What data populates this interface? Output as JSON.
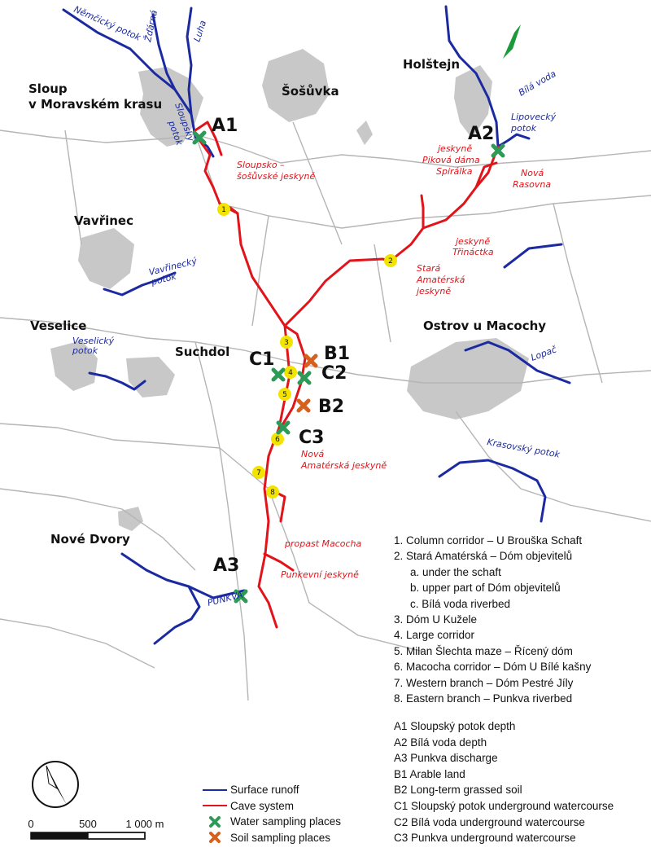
{
  "towns": {
    "sloup_1": "Sloup",
    "sloup_2": "v Moravském krasu",
    "sosuvka": "Šošůvka",
    "holstejn": "Holštejn",
    "vavrinec": "Vavřinec",
    "veselice": "Veselice",
    "suchdol": "Suchdol",
    "ostrov": "Ostrov u Macochy",
    "nove_dvory": "Nové Dvory"
  },
  "streams": {
    "nemcicky": "Němčický potok",
    "zdarna": "Žďárná",
    "luha": "Luha",
    "sloupsky_1": "Sloupský",
    "sloupsky_2": "potok",
    "bila_voda": "Bílá voda",
    "lipovecky_1": "Lipovecký",
    "lipovecky_2": "potok",
    "vavrinecky_1": "Vavřinecký",
    "vavrinecky_2": "potok",
    "veselicky_1": "Veselický",
    "veselicky_2": "potok",
    "lopac": "Lopač",
    "krasovsky": "Krasovský potok",
    "punkva": "PUNKVA"
  },
  "caves": {
    "sloupsko_1": "Sloupsko –",
    "sloupsko_2": "šošůvské jeskyně",
    "pikova_1": "jeskyně",
    "pikova_2": "Piková dáma",
    "pikova_3": "Spirálka",
    "rasovna_1": "Nová",
    "rasovna_2": "Rasovna",
    "trinactka_1": "jeskyně",
    "trinactka_2": "Třináctka",
    "stara_1": "Stará",
    "stara_2": "Amatérská",
    "stara_3": "jeskyně",
    "nova_1": "Nová",
    "nova_2": "Amatérská jeskyně",
    "macocha": "propast Macocha",
    "punkevni": "Punkevní jeskyně"
  },
  "sites": {
    "A1": "A1",
    "A2": "A2",
    "A3": "A3",
    "B1": "B1",
    "B2": "B2",
    "C1": "C1",
    "C2": "C2",
    "C3": "C3"
  },
  "points": [
    "1",
    "2",
    "3",
    "4",
    "5",
    "6",
    "7",
    "8"
  ],
  "locations": [
    "1. Column corridor – U Brouška Schaft",
    "2. Stará Amatérská – Dóm objevitelů",
    "a. under the schaft",
    "b. upper part of Dóm objevitelů",
    "c. Bílá voda riverbed",
    "3. Dóm U Kužele",
    "4. Large corridor",
    "5. Milan Šlechta maze – Řícený dóm",
    "6. Macocha corridor – Dóm U Bílé kašny",
    "7. Western branch – Dóm Pestré Jíly",
    "8. Eastern branch – Punkva riverbed"
  ],
  "site_descriptions": [
    "A1 Sloupský potok depth",
    "A2 Bílá voda depth",
    "A3 Punkva discharge",
    "B1 Arable land",
    "B2 Long-term grassed soil",
    "C1 Sloupský potok underground watercourse",
    "C2 Bílá voda underground watercourse",
    "C3 Punkva underground watercourse"
  ],
  "legend": {
    "surface_runoff": "Surface runoff",
    "cave_system": "Cave system",
    "water_sampling": "Water sampling places",
    "soil_sampling": "Soil sampling places"
  },
  "scale": {
    "zero": "0",
    "mid": "500",
    "end": "1 000 m"
  },
  "colors": {
    "stream": "#1b2aa0",
    "cave": "#e0141a",
    "water_marker": "#2e9a57",
    "soil_marker": "#d6601e",
    "point_marker": "#f2e400",
    "settlement": "#c8c8c8",
    "road": "#b5b5b5",
    "forest_strip": "#1a9a3a"
  }
}
